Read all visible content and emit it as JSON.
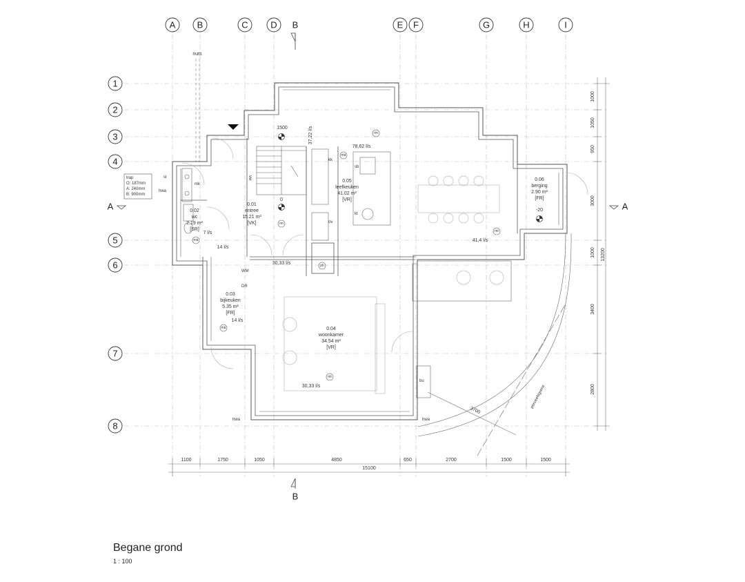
{
  "title": "Begane grond",
  "scale": "1 : 100",
  "grid_columns": [
    "A",
    "B",
    "C",
    "D",
    "E",
    "F",
    "G",
    "H",
    "I"
  ],
  "grid_rows": [
    "1",
    "2",
    "3",
    "4",
    "5",
    "6",
    "7",
    "8"
  ],
  "section_b_label": "B",
  "section_a_label": "A",
  "utility_label": "nuts",
  "rooms": {
    "wc": [
      "0.02",
      "wc",
      "2,19 m²",
      "[SR]"
    ],
    "entree": [
      "0.01",
      "entree",
      "15.21 m²",
      "[VK]"
    ],
    "leefkeuken": [
      "0.05",
      "leefkeuken",
      "41.02 m²",
      "[VR]"
    ],
    "berging": [
      "0.06",
      "berging",
      "2.90 m²",
      "[FR]"
    ],
    "bijkeuken": [
      "0.03",
      "bijkeuken",
      "5.35 m²",
      "[FR]"
    ],
    "woonkamer": [
      "0.04",
      "woonkamer",
      "34.54 m²",
      "[VR]"
    ]
  },
  "trap_info": [
    "trap",
    "O: 187mm",
    "A: 240mm",
    "B: 900mm"
  ],
  "flows": {
    "f_3722": "37,22 l/s",
    "f_7862": "78,62 l/s",
    "f_414": "41,4 l/s",
    "f_7": "7 l/s",
    "f_14a": "14 l/s",
    "f_14b": "14 l/s",
    "f_3033a": "30,33 l/s",
    "f_3033b": "30,33 l/s"
  },
  "levels": {
    "lvl_1500": "1500",
    "lvl_0": "0",
    "lvl_m20": "-20"
  },
  "labels": {
    "sl": "sl",
    "hwa_left": "hwa",
    "mk": "mk",
    "vw": "vw",
    "kk": "kk",
    "sb": "sb",
    "ov": "ov",
    "kt": "kt",
    "wm": "WM",
    "dr": "DR",
    "bu": "bu",
    "hwa_bottom_left": "hwa",
    "hwa_bottom_right": "hwa",
    "perceelsgrens": "perceelsgrens",
    "d3700": "3700"
  },
  "tags": {
    "rm": "rm",
    "ma": "mä",
    "mt": "mt",
    "ph": "ph"
  },
  "dims_bottom": [
    "1100",
    "1750",
    "1050",
    "4850",
    "650",
    "2700",
    "1500",
    "1500"
  ],
  "dim_total": "15100",
  "dims_right": [
    "1000",
    "1050",
    "950",
    "3000",
    "1000",
    "3400",
    "2800"
  ],
  "dim_right_total": "13200"
}
